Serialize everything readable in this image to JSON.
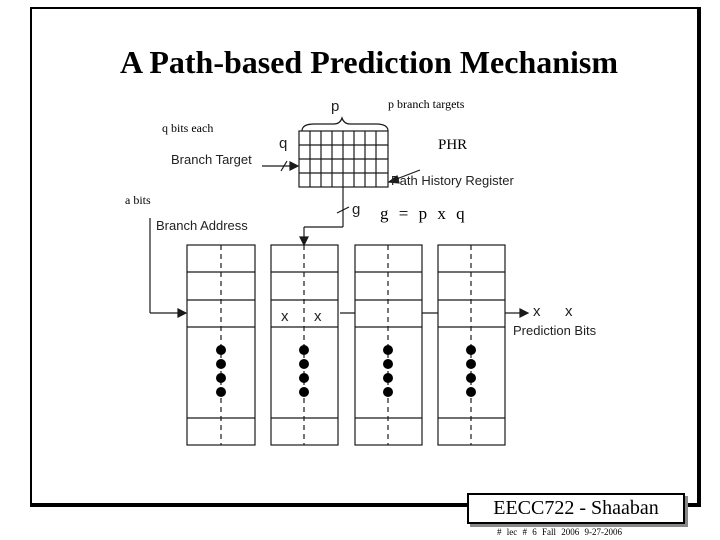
{
  "slide": {
    "title": "A Path-based Prediction Mechanism"
  },
  "labels": {
    "p_branch_targets": "p branch targets",
    "q_bits_each": "q bits each",
    "phr": "PHR",
    "a_bits": "a bits",
    "p": "p",
    "q": "q",
    "g": "g",
    "branch_target": "Branch Target",
    "path_history_register": "Path History Register",
    "branch_address": "Branch Address",
    "formula": "g = p x q",
    "x1": "x",
    "x2": "x",
    "pred_x1": "x",
    "pred_x2": "x",
    "prediction_bits": "Prediction Bits"
  },
  "footer": {
    "course": "EECC722 - Shaaban",
    "meta": "# lec # 6 Fall 2006 9-27-2006"
  },
  "colors": {
    "ink": "#000000",
    "diagram_line": "#1a1a1a",
    "shadow": "#888888"
  }
}
